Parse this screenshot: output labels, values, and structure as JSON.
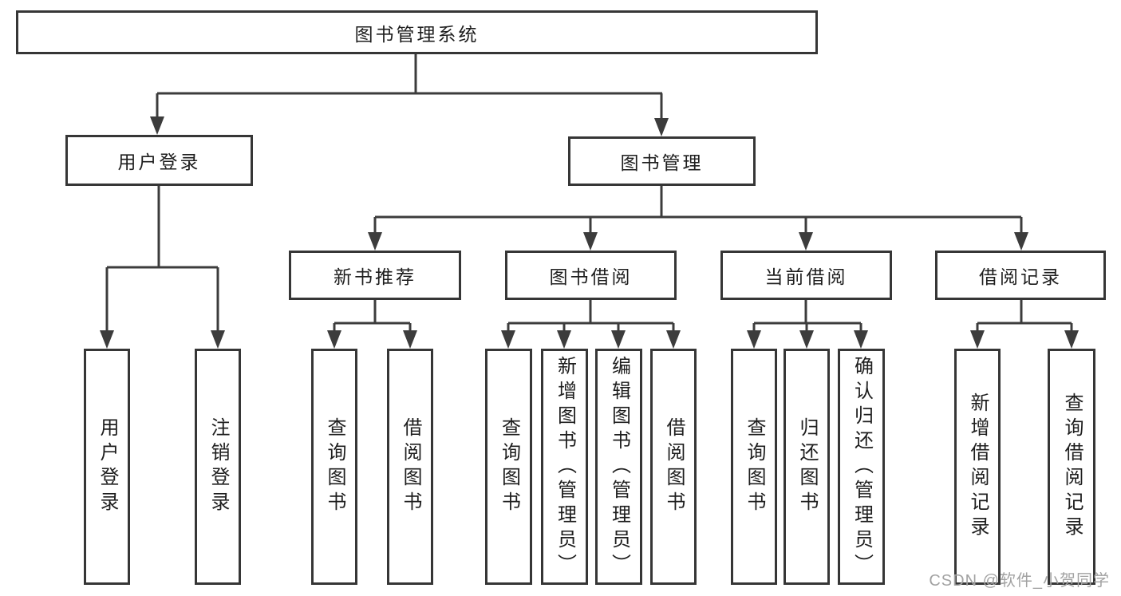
{
  "colors": {
    "background": "#ffffff",
    "line": "#3c3c3c",
    "box_border": "#363636",
    "text": "#1e1e1e",
    "watermark": "#a2a2a2"
  },
  "tree": {
    "root": {
      "label": "图书管理系统"
    },
    "level2": [
      {
        "label": "用户登录"
      },
      {
        "label": "图书管理"
      }
    ],
    "level3": [
      {
        "label": "新书推荐"
      },
      {
        "label": "图书借阅"
      },
      {
        "label": "当前借阅"
      },
      {
        "label": "借阅记录"
      }
    ],
    "leaves": {
      "user": [
        {
          "label": "用户登录"
        },
        {
          "label": "注销登录"
        }
      ],
      "recommend": [
        {
          "label": "查询图书"
        },
        {
          "label": "借阅图书"
        }
      ],
      "borrow": [
        {
          "label": "查询图书"
        },
        {
          "label": "新增图书（管理员）"
        },
        {
          "label": "编辑图书（管理员）"
        },
        {
          "label": "借阅图书"
        }
      ],
      "current": [
        {
          "label": "查询图书"
        },
        {
          "label": "归还图书"
        },
        {
          "label": "确认归还（管理员）"
        }
      ],
      "records": [
        {
          "label": "新增借阅记录"
        },
        {
          "label": "查询借阅记录"
        }
      ]
    }
  },
  "watermark": {
    "text": "CSDN @软件_小贺同学"
  }
}
